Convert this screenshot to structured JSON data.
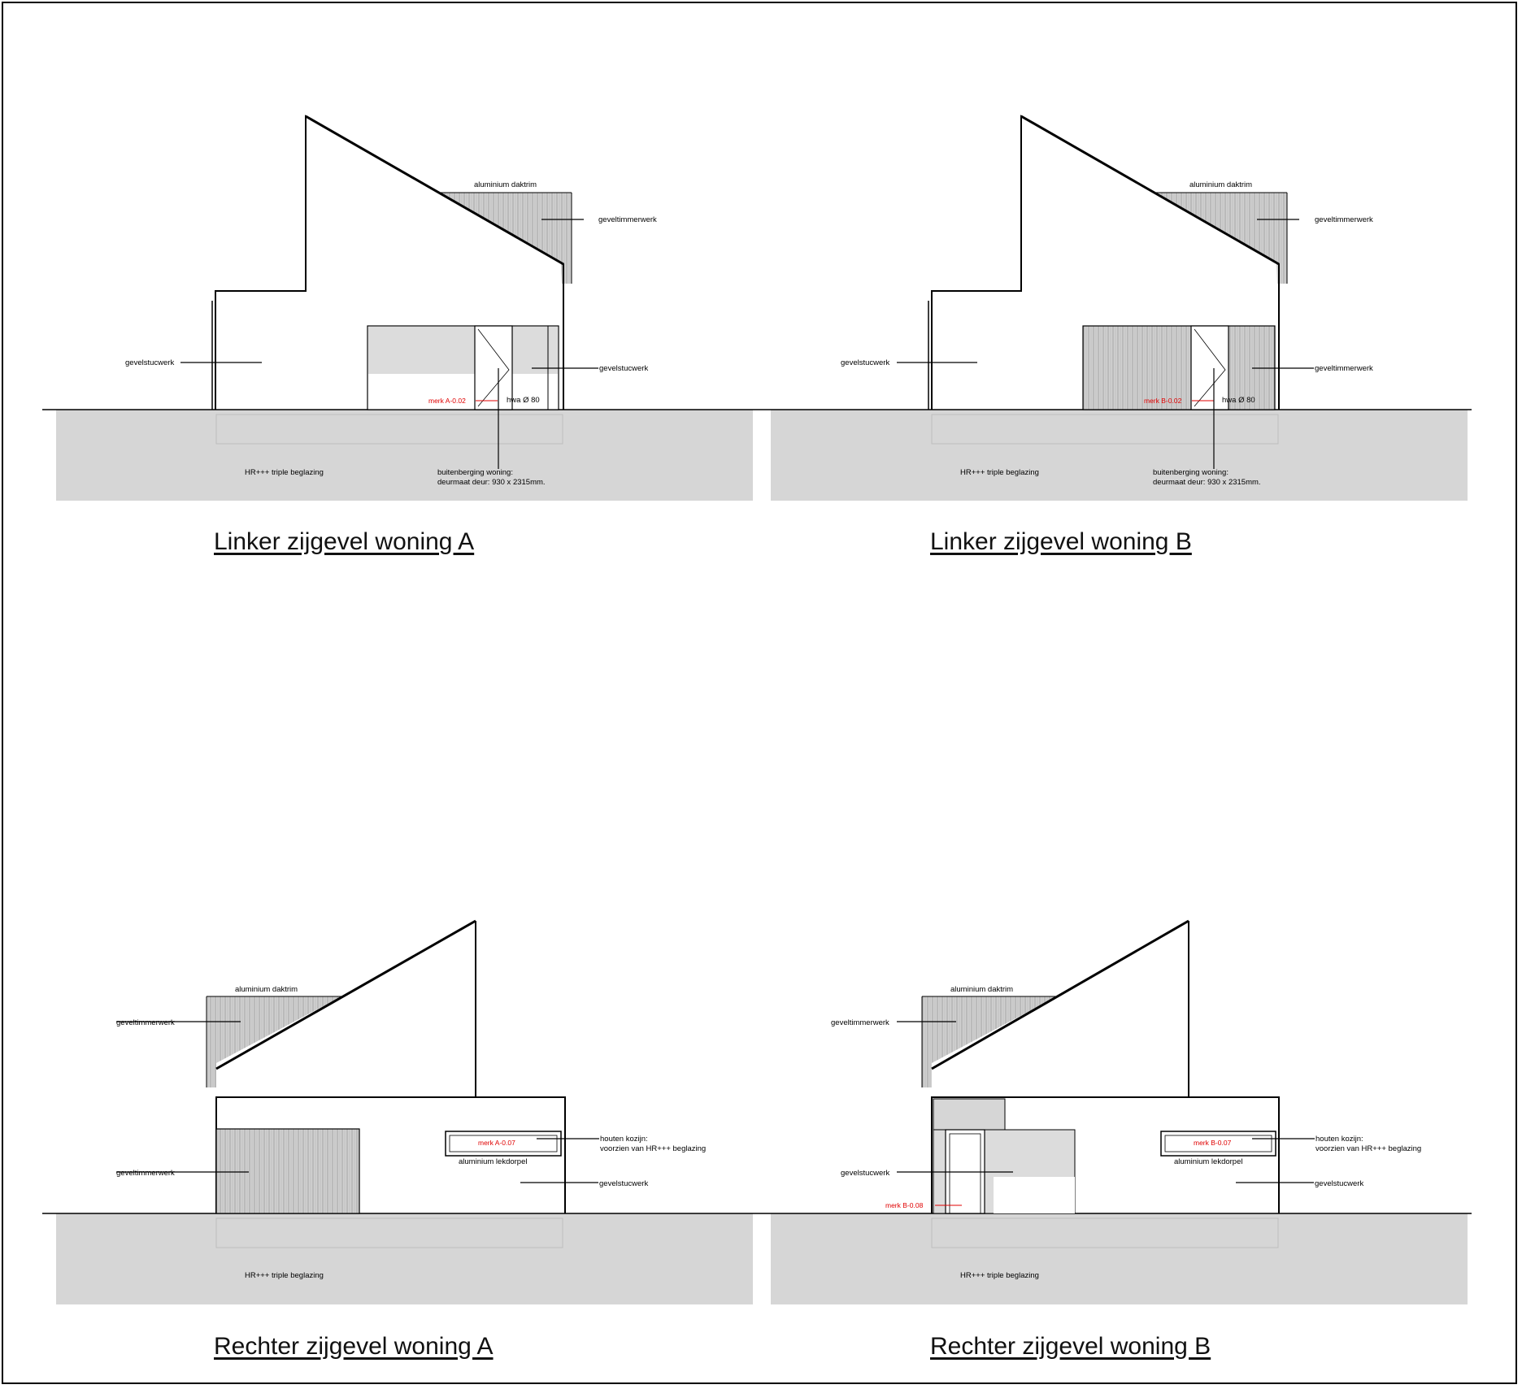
{
  "colors": {
    "ground": "#d6d6d6",
    "cladding": "#cfcfcf",
    "stucco_shadow": "#dcdcdc",
    "line": "#000000",
    "annotation_red": "#e00000"
  },
  "drawings": {
    "left_a": {
      "title": "Linker zijgevel woning A",
      "aluminium_daktrim": "aluminium daktrim",
      "geveltimmerwerk": "geveltimmerwerk",
      "gevelstucwerk_left": "gevelstucwerk",
      "gevelstucwerk_right": "gevelstucwerk",
      "red_tag": "merk A-0.02",
      "hwa": "hwa Ø 80",
      "hr_glazing": "HR+++ triple beglazing",
      "buitenberging_1": "buitenberging woning:",
      "buitenberging_2": "deurmaat deur: 930 x 2315mm."
    },
    "left_b": {
      "title": "Linker zijgevel woning B",
      "aluminium_daktrim": "aluminium daktrim",
      "geveltimmerwerk": "geveltimmerwerk",
      "gevelstucwerk_left": "gevelstucwerk",
      "geveltimmerwerk_right": "geveltimmerwerk",
      "red_tag": "merk B-0.02",
      "hwa": "hwa Ø 80",
      "hr_glazing": "HR+++ triple beglazing",
      "buitenberging_1": "buitenberging woning:",
      "buitenberging_2": "deurmaat deur: 930 x 2315mm."
    },
    "right_a": {
      "title": "Rechter zijgevel woning A",
      "aluminium_daktrim": "aluminium daktrim",
      "geveltimmerwerk_top": "geveltimmerwerk",
      "geveltimmerwerk_bottom": "geveltimmerwerk",
      "red_tag": "merk A-0.07",
      "kozijn_1": "houten kozijn:",
      "kozijn_2": "voorzien van HR+++ beglazing",
      "lekdorpel": "aluminium lekdorpel",
      "gevelstucwerk": "gevelstucwerk",
      "hr_glazing": "HR+++ triple beglazing"
    },
    "right_b": {
      "title": "Rechter zijgevel woning B",
      "aluminium_daktrim": "aluminium daktrim",
      "geveltimmerwerk_top": "geveltimmerwerk",
      "gevelstucwerk_left": "gevelstucwerk",
      "red_tag_door": "merk B-0.08",
      "red_tag": "merk B-0.07",
      "kozijn_1": "houten kozijn:",
      "kozijn_2": "voorzien van HR+++ beglazing",
      "lekdorpel": "aluminium lekdorpel",
      "gevelstucwerk": "gevelstucwerk",
      "hr_glazing": "HR+++ triple beglazing"
    }
  }
}
